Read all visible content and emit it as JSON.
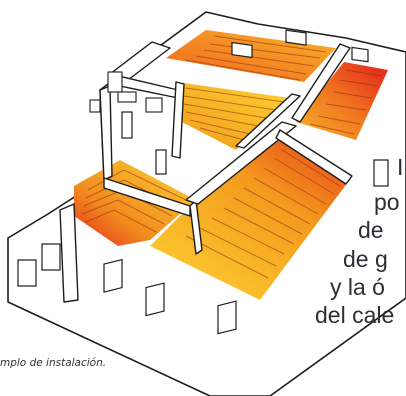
{
  "caption": "mplo de instalación.",
  "side_text": {
    "line1": "I",
    "line2": "po",
    "line3": "de",
    "line4": "de g",
    "line5": "y la ó",
    "line6": "del cale"
  },
  "colors": {
    "heat_hot": "#e0221c",
    "heat_mid": "#f39a1b",
    "heat_cool": "#fbd233",
    "wall_line": "#1d1d1b",
    "wall_fill": "#ffffff"
  }
}
